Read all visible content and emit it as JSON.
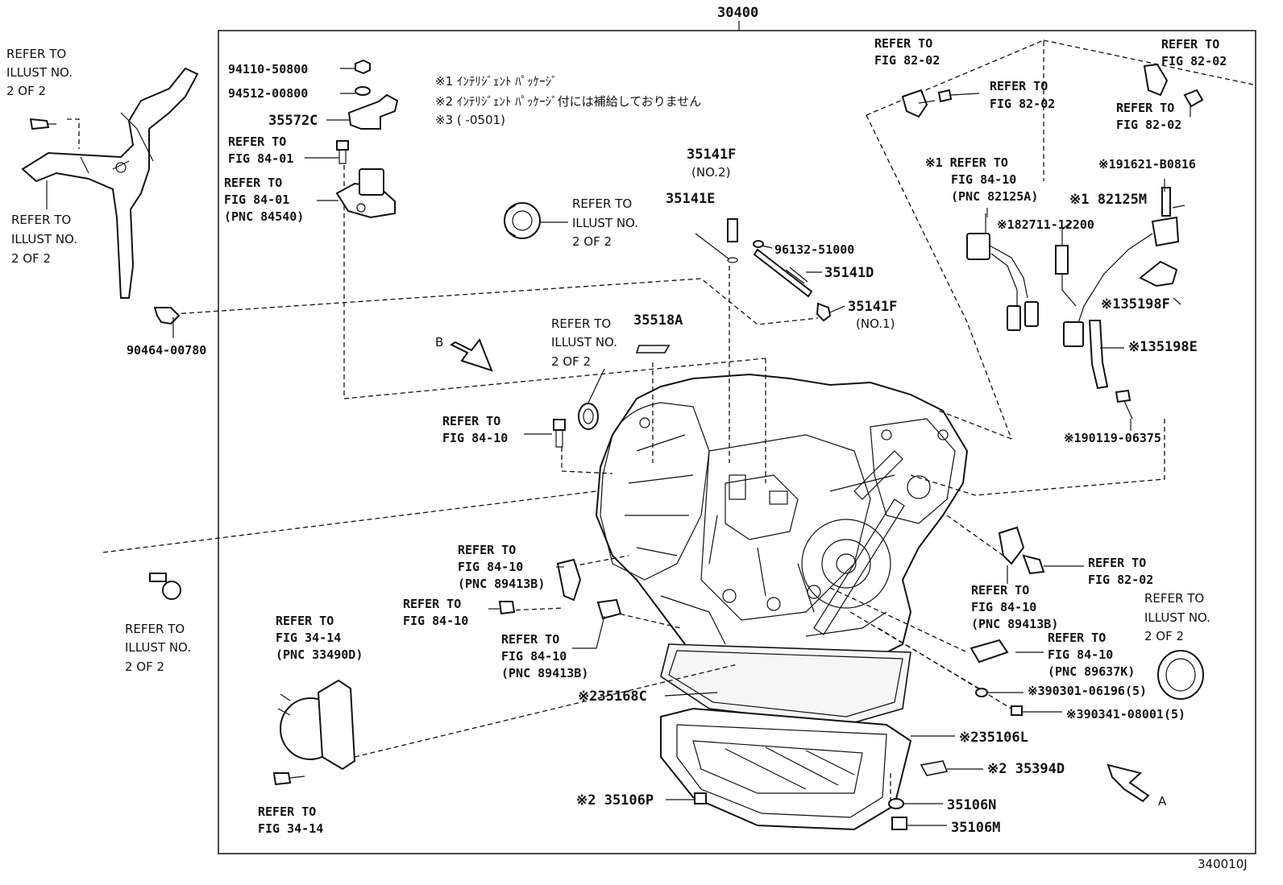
{
  "assembly_number": "30400",
  "figure_code": "340010J",
  "notes": [
    "※1 ｲﾝﾃﾘｼﾞｪﾝﾄ ﾊﾟｯｹｰｼﾞ",
    "※2 ｲﾝﾃﾘｼﾞｪﾝﾄ ﾊﾟｯｹｰｼﾞ付には補給しておりません",
    "※3 (      -0501)"
  ],
  "view_labels": {
    "a": "A",
    "b": "B"
  },
  "parts": {
    "p_94110_50800": "94110-50800",
    "p_94512_00800": "94512-00800",
    "p_35572C": "35572C",
    "p_90464_00780": "90464-00780",
    "p_35141F_top": "35141F",
    "p_no2": "(NO.2)",
    "p_35141E": "35141E",
    "p_96132_51000": "96132-51000",
    "p_35141D": "35141D",
    "p_35141F_bot": "35141F",
    "p_no1": "(NO.1)",
    "p_35518A": "35518A",
    "p_191621_B0816": "※191621-B0816",
    "p_182125M": "※1 82125M",
    "p_182711_12200": "※182711-12200",
    "p_135198F": "※135198F",
    "p_135198E": "※135198E",
    "p_190119_06375": "※190119-06375",
    "p_235168C": "※235168C",
    "p_390301_06196": "※390301-06196(5)",
    "p_390341_08001": "※390341-08001(5)",
    "p_235106L": "※235106L",
    "p_235394D": "※2 35394D",
    "p_235106P": "※2 35106P",
    "p_35106N": "35106N",
    "p_35106M": "35106M"
  },
  "refs": {
    "r_illust_tl": [
      "REFER TO",
      "ILLUST NO.",
      "2 OF 2"
    ],
    "r_illust_l": [
      "REFER TO",
      "ILLUST NO.",
      "2 OF 2"
    ],
    "r_fig8401_a": [
      "REFER TO",
      "FIG 84-01"
    ],
    "r_fig8401_b": [
      "REFER TO",
      "FIG 84-01",
      "(PNC 84540)"
    ],
    "r_illust_seal": [
      "REFER TO",
      "ILLUST NO.",
      "2 OF 2"
    ],
    "r_illust_center": [
      "REFER TO",
      "ILLUST NO.",
      "2 OF 2"
    ],
    "r_fig8202_a": [
      "REFER TO",
      "FIG 82-02"
    ],
    "r_fig8202_b": [
      "REFER TO",
      "FIG 82-02"
    ],
    "r_fig8202_c": [
      "REFER TO",
      "FIG 82-02"
    ],
    "r_fig8202_d": [
      "REFER TO",
      "FIG 82-02"
    ],
    "r_fig8410_82125A": [
      "※1 REFER TO",
      "FIG 84-10",
      "(PNC 82125A)"
    ],
    "r_fig8410_bolt": [
      "REFER TO",
      "FIG 84-10"
    ],
    "r_fig8410_89413B_a": [
      "REFER TO",
      "FIG 84-10",
      "(PNC 89413B)"
    ],
    "r_fig8410_b": [
      "REFER TO",
      "FIG 84-10"
    ],
    "r_fig8410_89413B_b": [
      "REFER TO",
      "FIG 84-10",
      "(PNC 89413B)"
    ],
    "r_fig8202_e": [
      "REFER TO",
      "FIG 82-02"
    ],
    "r_fig8410_89413B_c": [
      "REFER TO",
      "FIG 84-10",
      "(PNC 89413B)"
    ],
    "r_fig8410_89637K": [
      "REFER TO",
      "FIG 84-10",
      "(PNC 89637K)"
    ],
    "r_illust_right": [
      "REFER TO",
      "ILLUST NO.",
      "2 OF 2"
    ],
    "r_fig3414_a": [
      "REFER TO",
      "FIG 34-14",
      "(PNC 33490D)"
    ],
    "r_fig3414_b": [
      "REFER TO",
      "FIG 34-14"
    ]
  }
}
